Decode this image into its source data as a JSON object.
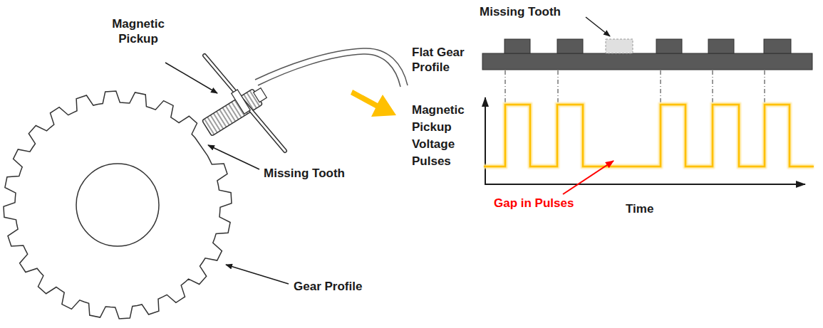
{
  "diagram": {
    "labels": [
      "Magnetic Pickup",
      "Missing Tooth",
      "Gear Profile",
      "Missing Tooth",
      "Flat Gear Profile",
      "Magnetic Pickup Voltage Pulses",
      "Gap in Pulses",
      "Time"
    ]
  }
}
